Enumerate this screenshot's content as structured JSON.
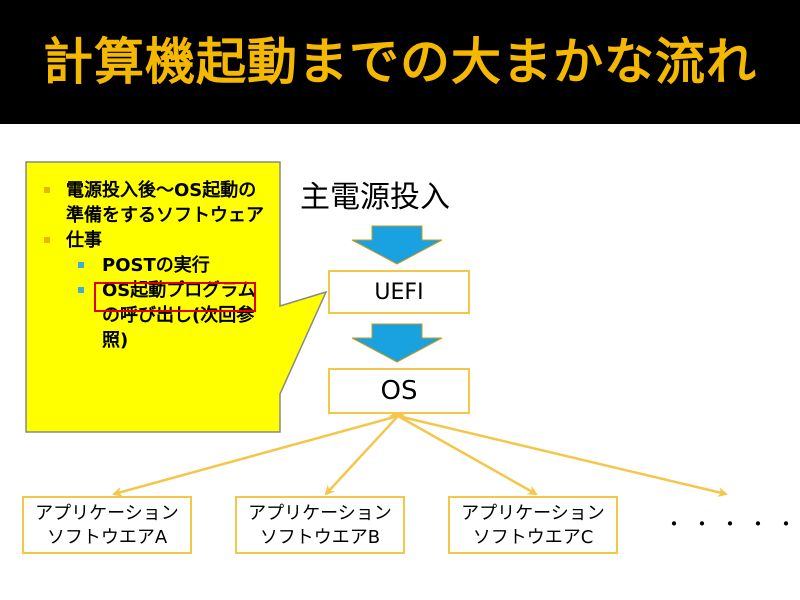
{
  "title": "計算機起動までの大まかな流れ",
  "callout": {
    "items": [
      {
        "level": 1,
        "text": "電源投入後〜OS起動の準備をするソフトウェア"
      },
      {
        "level": 1,
        "text": "仕事"
      },
      {
        "level": 2,
        "text": "POSTの実行"
      },
      {
        "level": 2,
        "text": "OS起動プログラムの呼び出し(次回参照)"
      }
    ]
  },
  "flow": {
    "main_power": "主電源投入",
    "uefi": "UEFI",
    "os": "OS"
  },
  "apps": [
    {
      "line1": "アプリケーション",
      "line2": "ソフトウエアA"
    },
    {
      "line1": "アプリケーション",
      "line2": "ソフトウエアB"
    },
    {
      "line1": "アプリケーション",
      "line2": "ソフトウエアC"
    }
  ],
  "more": "・・・・・・",
  "colors": {
    "title": "#f5b800",
    "callout_fill": "#ffff00",
    "box_border": "#f4c74a",
    "arrow_blue": "#1aa2e0",
    "highlight_red": "#e00000"
  }
}
